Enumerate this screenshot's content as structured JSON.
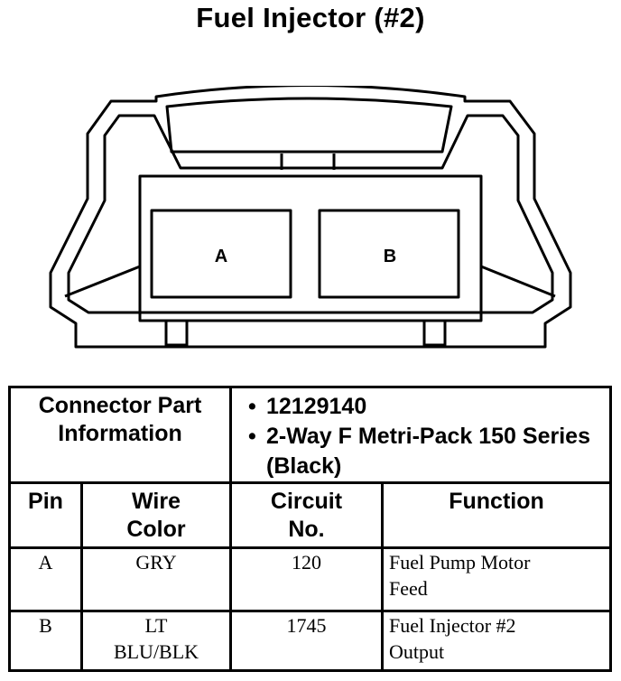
{
  "title": "Fuel Injector (#2)",
  "connector": {
    "pins": [
      {
        "label": "A"
      },
      {
        "label": "B"
      }
    ]
  },
  "table": {
    "part_info_header": [
      "Connector Part",
      "Information"
    ],
    "part_info_items": [
      "12129140",
      "2-Way F Metri-Pack 150 Series (Black)"
    ],
    "bullet": "•",
    "columns": {
      "pin": "Pin",
      "wire_color": [
        "Wire",
        "Color"
      ],
      "circuit_no": [
        "Circuit",
        "No."
      ],
      "function": "Function"
    },
    "rows": [
      {
        "pin": "A",
        "wire_color": [
          "GRY"
        ],
        "circuit_no": "120",
        "function": [
          "Fuel Pump Motor",
          "Feed"
        ]
      },
      {
        "pin": "B",
        "wire_color": [
          "LT",
          "BLU/BLK"
        ],
        "circuit_no": "1745",
        "function": [
          "Fuel Injector #2",
          "Output"
        ]
      }
    ]
  }
}
